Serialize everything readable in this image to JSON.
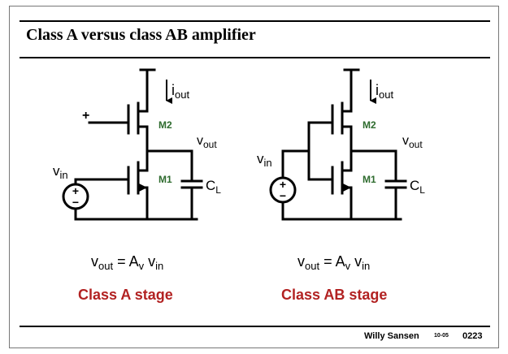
{
  "slide": {
    "title": "Class A versus class AB amplifier",
    "footer": {
      "author": "Willy Sansen",
      "date": "10-05",
      "slide_number": "0223"
    }
  },
  "left_circuit": {
    "input_sign": "+",
    "current_label": "i",
    "current_sub": "out",
    "output_label": "v",
    "output_sub": "out",
    "source_label": "v",
    "source_sub": "in",
    "top_transistor": "M2",
    "bottom_transistor": "M1",
    "cap_label": "C",
    "cap_sub": "L",
    "equation": {
      "lhs": "v",
      "lhs_sub": "out",
      "op": " = ",
      "gain": "A",
      "gain_sub": "v",
      "rhs": " v",
      "rhs_sub": "in"
    },
    "stage_label": "Class A stage"
  },
  "right_circuit": {
    "current_label": "i",
    "current_sub": "out",
    "output_label": "v",
    "output_sub": "out",
    "source_label": "v",
    "source_sub": "in",
    "top_transistor": "M2",
    "bottom_transistor": "M1",
    "cap_label": "C",
    "cap_sub": "L",
    "equation": {
      "lhs": "v",
      "lhs_sub": "out",
      "op": " = ",
      "gain": "A",
      "gain_sub": "v",
      "rhs": " v",
      "rhs_sub": "in"
    },
    "stage_label": "Class AB stage"
  },
  "colors": {
    "transistor_label": "#2e6b2e",
    "stage_label": "#b22222",
    "line": "#000000"
  }
}
